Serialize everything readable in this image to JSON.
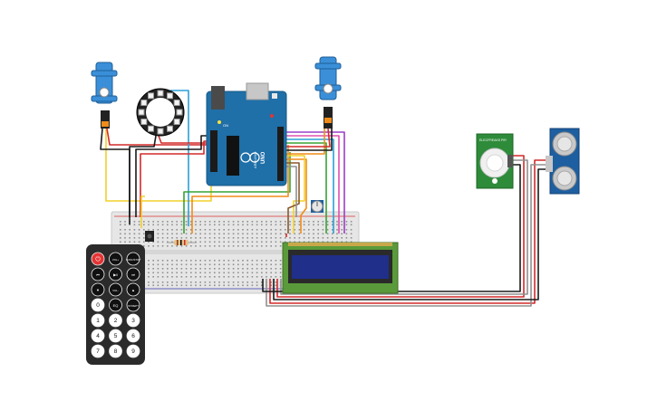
{
  "arduino": {
    "brand": "ARDUINO",
    "model": "UNO",
    "on_label": "ON"
  },
  "remote": {
    "row1": [
      "",
      "VOL+",
      "FUNC/STOP"
    ],
    "row2": [
      "⏮",
      "▶‖",
      "⏭"
    ],
    "row3": [
      "▼",
      "VOL-",
      "▲"
    ],
    "row4": [
      "0",
      "EQ",
      "ST/REPT"
    ],
    "row5": [
      "1",
      "2",
      "3"
    ],
    "row6": [
      "4",
      "5",
      "6"
    ],
    "row7": [
      "7",
      "8",
      "9"
    ]
  },
  "pir": {
    "brand": "ELECFREAKS",
    "label": "PIR"
  },
  "colors": {
    "arduino_blue": "#1f6fa8",
    "breadboard": "#e6e6e6",
    "remote_body": "#2b2b2b",
    "lcd_green": "#5a9a3a",
    "lcd_screen": "#1f2f8a",
    "servo_blue": "#3a8fd8",
    "sensor_board": "#1d5fa0",
    "pir_board": "#2e8b3a",
    "wire_red": "#d42a2a",
    "wire_black": "#1a1a1a",
    "wire_yellow": "#f2d12b",
    "wire_orange": "#f08c1a",
    "wire_green": "#36a336",
    "wire_blue": "#2aa0d8",
    "wire_purple": "#9b3fc8",
    "wire_pink": "#e050b0",
    "wire_brown": "#8a5a2b",
    "wire_gray": "#909090"
  }
}
